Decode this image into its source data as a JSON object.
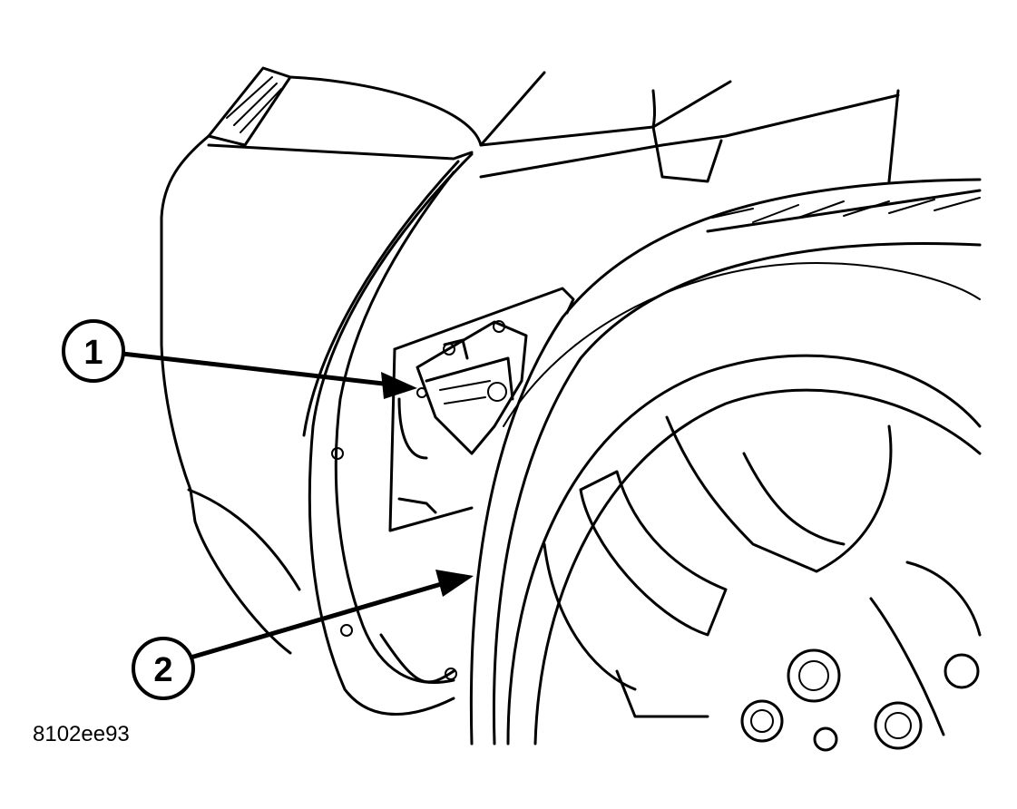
{
  "figure": {
    "callouts": [
      {
        "number": "1"
      },
      {
        "number": "2"
      }
    ],
    "figure_id": "8102ee93"
  }
}
